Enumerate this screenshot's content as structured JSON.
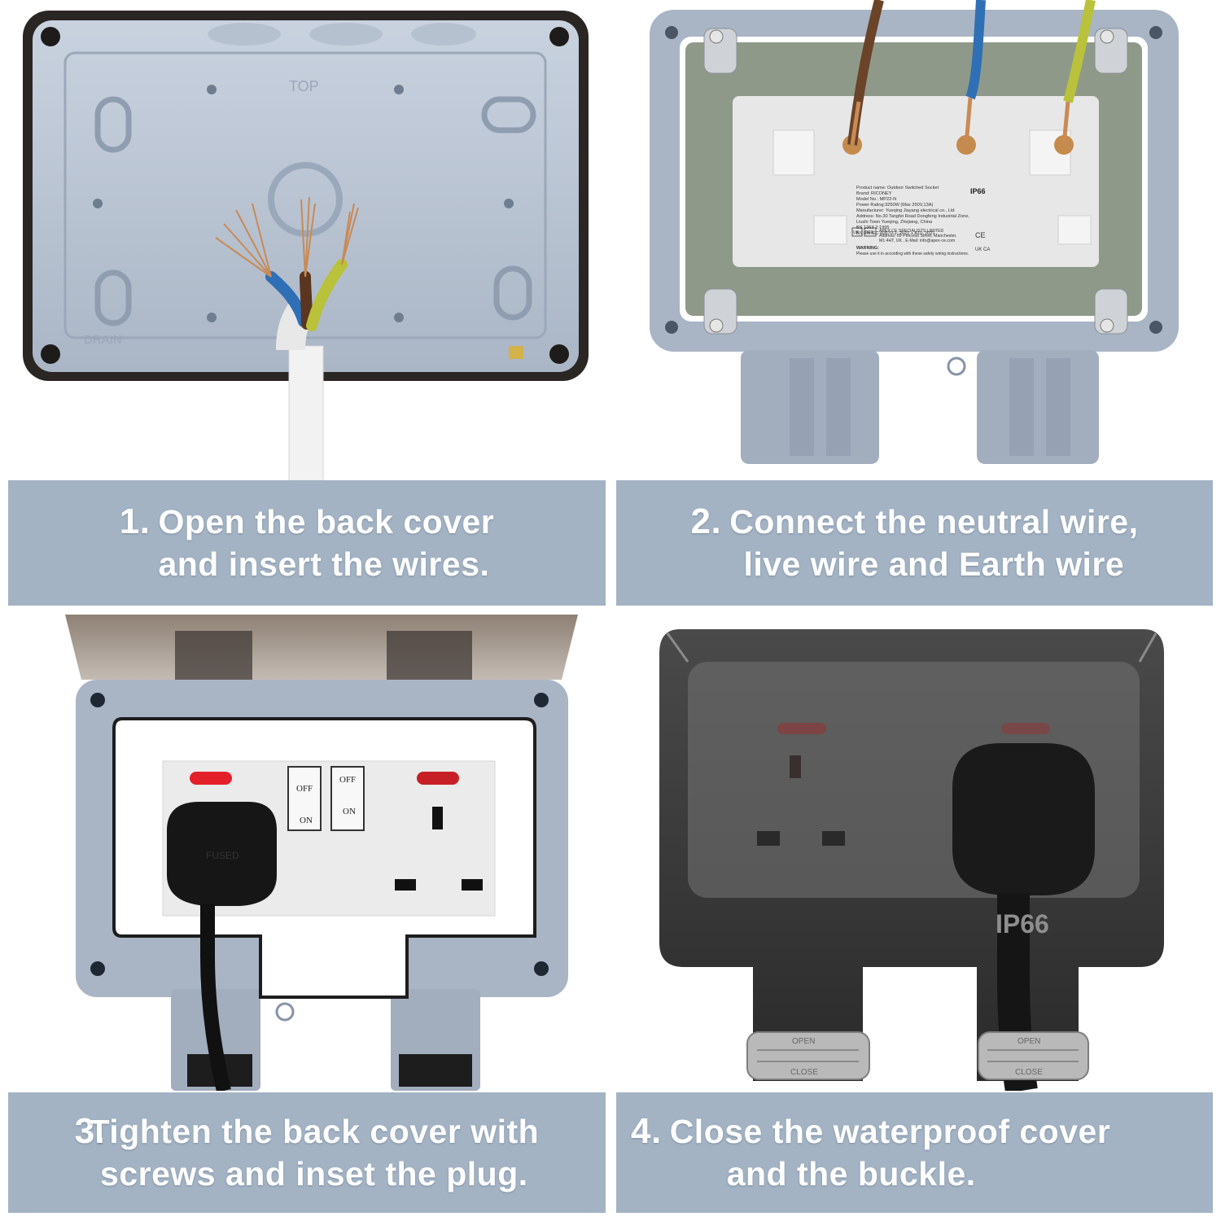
{
  "steps": [
    {
      "number": "1.",
      "line1": "Open the back cover",
      "line2": "and insert the wires."
    },
    {
      "number": "2.",
      "line1": "Connect the neutral wire,",
      "line2": "live wire and Earth wire"
    },
    {
      "number": "3.",
      "line1": "Tighten the back cover with",
      "line2": "screws and inset the plug."
    },
    {
      "number": "4.",
      "line1": "Close the waterproof cover",
      "line2": "and the buckle."
    }
  ],
  "photo1": {
    "top_mark": "TOP",
    "drain_mark": "DRAIN"
  },
  "photo2": {
    "rating_label": "IP66",
    "label_lines": [
      "Product name: Outdoor Switched Socket",
      "Brand: RICONEY",
      "Model No.: MP22-N",
      "Power Rating:3250W (Max 250V,13A)",
      "Manufacturer: Yueqing Jiayang electrical co., Ltd",
      "Address: No.30 Tangfei Road Dongfeng Industrial Zone,",
      "Liushi Town Yueqing, Zhejiang, China",
      "BS 1363-2:1995",
      "BS EN IEC 60670-1: 2021 + A11: 2021"
    ],
    "rep_lines": [
      "APEX CE SPECIALISTS LIMITED",
      "Address: 89 Princess Street, Manchester,",
      "M1 4HT, UK , E-Mail: info@apex-ce.com"
    ],
    "uk_tag": "UK",
    "rep_tag": "REP",
    "warning_title": "WARNING:",
    "warning_text": "Please use it in according with these safety wiring instructions.",
    "ce_mark": "CE",
    "ukca_mark": "UK CA"
  },
  "photo3": {
    "off_label": "OFF",
    "on_label": "ON",
    "plug_text": "FUSED"
  },
  "photo4": {
    "rating_label": "IP66",
    "buckle_open": "OPEN",
    "buckle_close": "CLOSE"
  },
  "colors": {
    "caption_bg": "#a3b3c4",
    "caption_text": "#ffffff",
    "enclosure_grey": "#a7b2c3",
    "live_wire": "#7a4a2a",
    "neutral_wire": "#2f6fb5",
    "earth_wire": "#b9c23a",
    "neon_red": "#e3202a"
  }
}
